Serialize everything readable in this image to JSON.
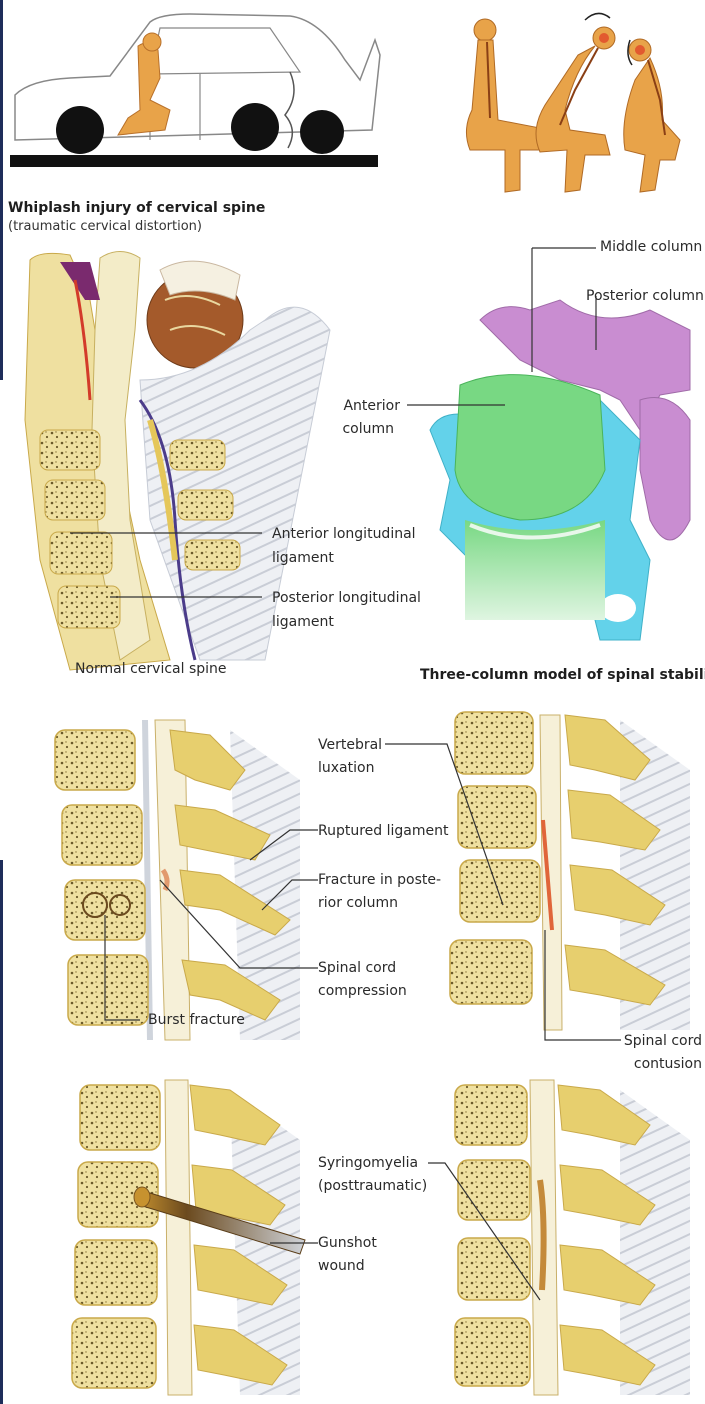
{
  "whiplash": {
    "title": "Whiplash injury of cervical spine",
    "subtitle": "(traumatic cervical distortion)"
  },
  "columns": {
    "middle": "Middle column",
    "posterior": "Posterior column",
    "anterior_1": "Anterior",
    "anterior_2": "column",
    "caption": "Three-column model of spinal stability"
  },
  "normal": {
    "ant_lig_1": "Anterior longitudinal",
    "ant_lig_2": "ligament",
    "post_lig_1": "Posterior longitudinal",
    "post_lig_2": "ligament",
    "caption": "Normal cervical spine"
  },
  "fractures": {
    "ruptured": "Ruptured ligament",
    "fracture_1": "Fracture in poste-",
    "fracture_2": "rior column",
    "compression_1": "Spinal cord",
    "compression_2": "compression",
    "burst": "Burst fracture",
    "luxation_1": "Vertebral",
    "luxation_2": "luxation",
    "contusion_1": "Spinal cord",
    "contusion_2": "contusion"
  },
  "injuries": {
    "syringo_1": "Syringomyelia",
    "syringo_2": "(posttraumatic)",
    "gunshot_1": "Gunshot",
    "gunshot_2": "wound"
  },
  "colors": {
    "bone": "#f1e3a6",
    "bone_edge": "#c9a94a",
    "cord": "#f6f0d8",
    "figure": "#e8a349",
    "anterior_column": "#7fd98a",
    "middle_column": "#63d2ea",
    "posterior_column": "#c98dd1",
    "edge_bar": "#1e2d5a"
  }
}
